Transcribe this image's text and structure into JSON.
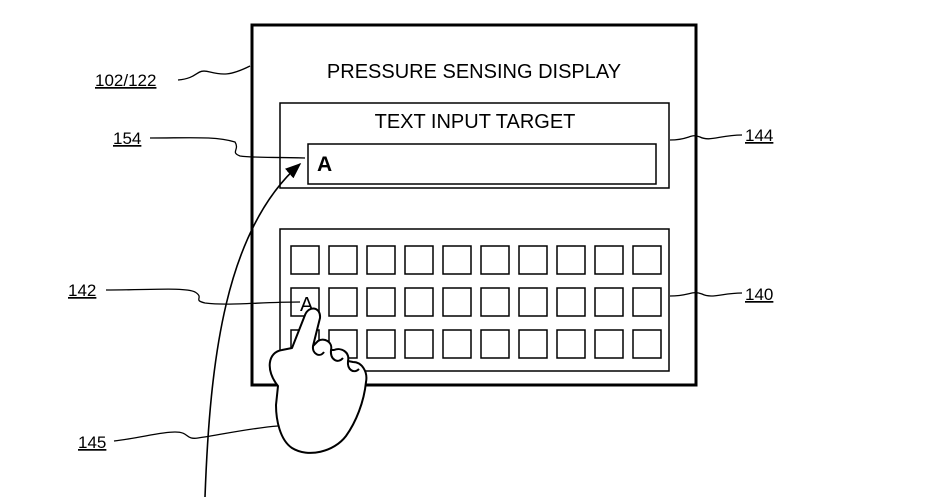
{
  "display": {
    "title": "PRESSURE SENSING DISPLAY",
    "ref": "102/122"
  },
  "text_input_target": {
    "title": "TEXT INPUT TARGET",
    "ref": "144",
    "field_value": "A",
    "field_ref": "154"
  },
  "keyboard": {
    "ref": "140",
    "key_ref": "142",
    "pressed_key_label": "A",
    "rows": 3,
    "cols": 10
  },
  "finger": {
    "ref": "145"
  }
}
